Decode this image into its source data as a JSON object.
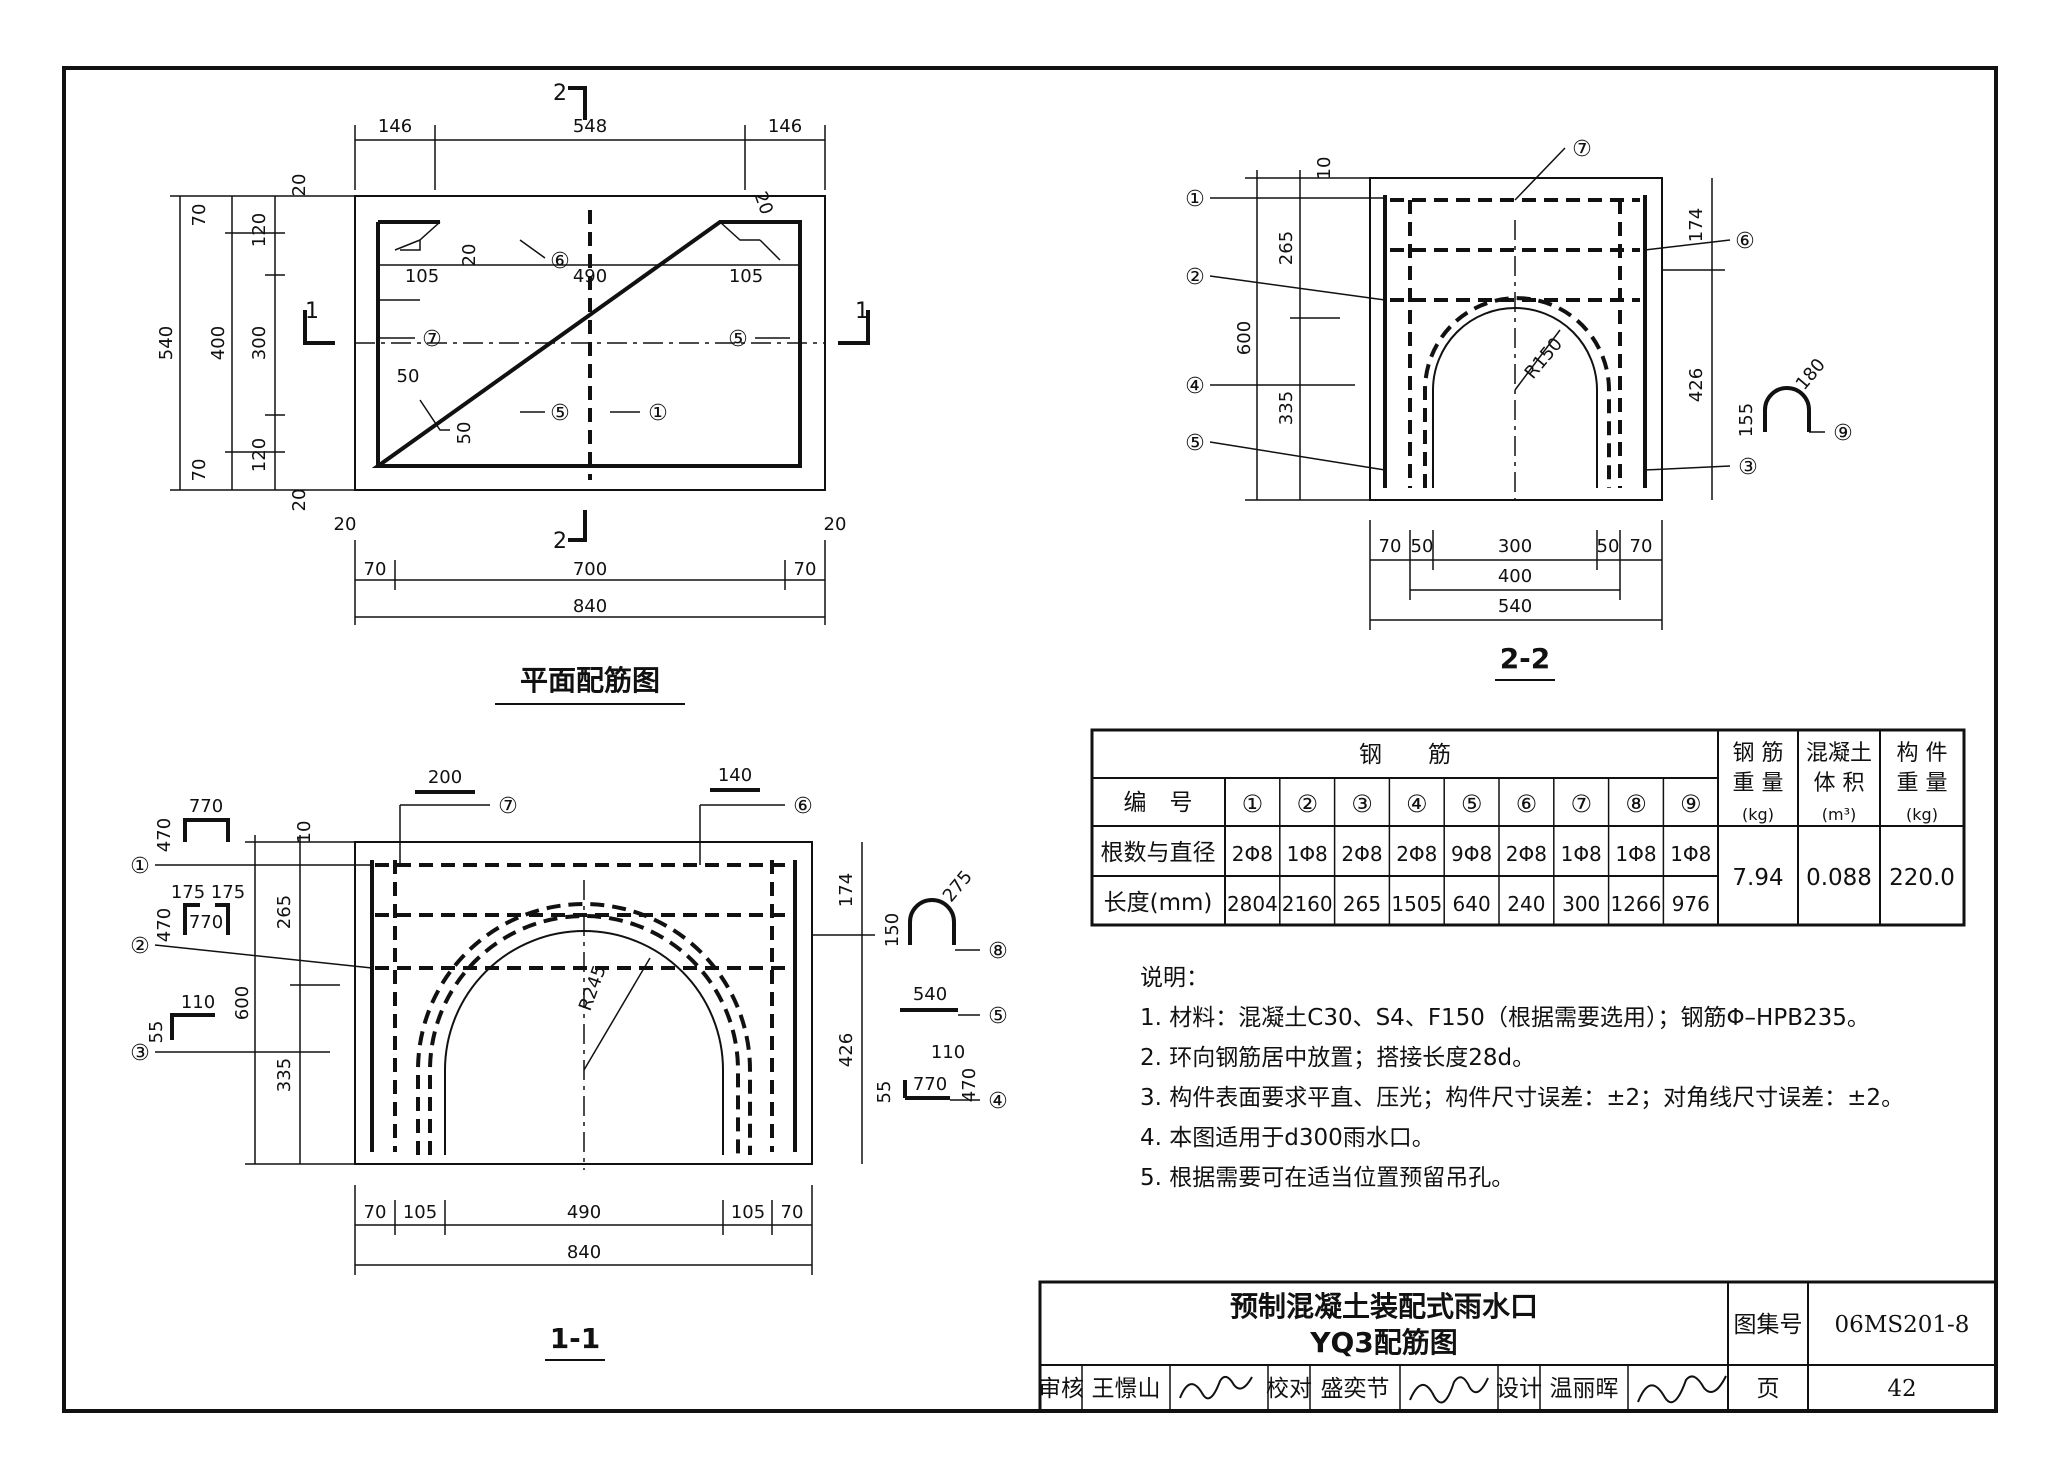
{
  "plan": {
    "title": "平面配筋图",
    "section_marks": [
      "2",
      "2",
      "1",
      "1"
    ],
    "dims_top": [
      "146",
      "548",
      "146"
    ],
    "dims_bottom": [
      "20",
      "20",
      "70",
      "700",
      "70",
      "840"
    ],
    "dims_left": [
      "20",
      "70",
      "120",
      "540",
      "400",
      "300",
      "120",
      "70",
      "20"
    ],
    "dims_inner": [
      "105",
      "490",
      "105",
      "20",
      "50",
      "50",
      "20"
    ],
    "bar_marks": [
      "⑥",
      "⑦",
      "⑤",
      "⑤",
      "①"
    ]
  },
  "section22": {
    "title": "2-2",
    "dims_left": [
      "10",
      "265",
      "600",
      "335"
    ],
    "dims_right": [
      "174",
      "426"
    ],
    "dims_bottom": [
      "70",
      "50",
      "300",
      "50",
      "70",
      "400",
      "540"
    ],
    "radius": "R150",
    "hook_dims": [
      "155",
      "180"
    ],
    "bar_marks_left": [
      "①",
      "②",
      "④",
      "⑤"
    ],
    "bar_marks_right": [
      "⑦",
      "⑥",
      "③",
      "⑨"
    ]
  },
  "section11": {
    "title": "1-1",
    "dims_left": [
      "10",
      "265",
      "600",
      "335"
    ],
    "dims_right": [
      "174",
      "426"
    ],
    "dims_bottom": [
      "70",
      "105",
      "490",
      "105",
      "70",
      "840"
    ],
    "radius": "R245",
    "bar_marks_left": [
      "①",
      "②",
      "③"
    ],
    "bar_marks_right": [
      "⑦",
      "⑥",
      "⑧",
      "⑤",
      "④"
    ],
    "shape_dims": {
      "s7": "200",
      "s6": "140",
      "s1a": "770",
      "s1b": "470",
      "s2a": "175",
      "s2b": "175",
      "s2c": "770",
      "s2d": "470",
      "s3a": "110",
      "s3b": "55",
      "s8a": "150",
      "s8b": "275",
      "s5": "540",
      "s4a": "110",
      "s4b": "55",
      "s4c": "770",
      "s4d": "470"
    }
  },
  "table": {
    "header_group": "钢　　筋",
    "row_label_1": "编　号",
    "row_label_2": "根数与直径",
    "row_label_3": "长度(mm)",
    "numbers": [
      "①",
      "②",
      "③",
      "④",
      "⑤",
      "⑥",
      "⑦",
      "⑧",
      "⑨"
    ],
    "counts": [
      "2Φ8",
      "1Φ8",
      "2Φ8",
      "2Φ8",
      "9Φ8",
      "2Φ8",
      "1Φ8",
      "1Φ8",
      "1Φ8"
    ],
    "lengths": [
      "2804",
      "2160",
      "265",
      "1505",
      "640",
      "240",
      "300",
      "1266",
      "976"
    ],
    "col_steel": "钢 筋\n重 量\n(kg)",
    "col_concrete": "混凝土\n体 积\n(m³)",
    "col_member": "构 件\n重 量\n(kg)",
    "steel_weight": "7.94",
    "concrete_volume": "0.088",
    "member_weight": "220.0"
  },
  "notes": {
    "heading": "说明：",
    "items": [
      "1. 材料：混凝土C30、S4、F150（根据需要选用）；钢筋Φ–HPB235。",
      "2. 环向钢筋居中放置；搭接长度28d。",
      "3. 构件表面要求平直、压光；构件尺寸误差：±2；对角线尺寸误差：±2。",
      "4. 本图适用于d300雨水口。",
      "5. 根据需要可在适当位置预留吊孔。"
    ]
  },
  "titleblock": {
    "title_line1": "预制混凝土装配式雨水口",
    "title_line2": "YQ3配筋图",
    "atlas_label": "图集号",
    "atlas_no": "06MS201-8",
    "page_label": "页",
    "page_no": "42",
    "review_label": "审核",
    "reviewer": "王憬山",
    "check_label": "校对",
    "checker": "盛奕节",
    "design_label": "设计",
    "designer": "温丽晖"
  }
}
